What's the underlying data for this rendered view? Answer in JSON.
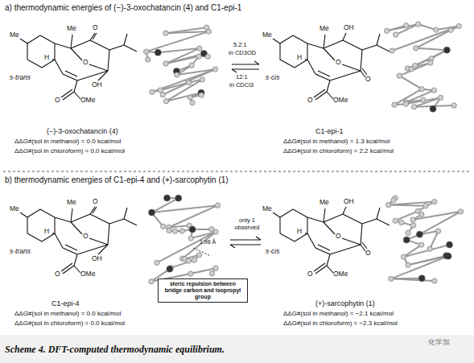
{
  "diagram": {
    "caption": "Scheme 4. DFT-computed thermodynamic equilibrium.",
    "nodes": [
      {
        "text": [
          "steric repulsion between bridge carbon and isopropyl group"
        ]
      }
    ],
    "labels": [
      "a) thermodynamic energies of (−)-3-oxochatancin (4) and C1-epi-1",
      "Me",
      "H",
      "Me",
      "O",
      "O",
      "OH",
      "O",
      "OMe",
      "s-trans",
      "5.2:1",
      "in CD3OD",
      "12:1",
      "in CDCl3",
      "Me",
      "H",
      "Me",
      "OH",
      "O",
      "O",
      "O",
      "OMe",
      "s-cis",
      "(−)-3-oxochatancin (4)",
      "ΔΔG≠(sol in methanol) = 0.0 kcal/mol",
      "ΔΔG≠(sol in chloroform) = 0.0 kcal/mol",
      "C1-epi-1",
      "ΔΔG≠(sol in methanol) = 1.3 kcal/mol",
      "ΔΔG≠(sol in chloroform) = 2.2 kcal/mol",
      "b) thermodynamic energies of C1-epi-4 and (+)-sarcophytin (1)",
      "Me",
      "H",
      "Me",
      "O",
      "O",
      "OH",
      "O",
      "OMe",
      "s-trans",
      "only 1 observed",
      "Me",
      "H",
      "Me",
      "OH",
      "O",
      "O",
      "O",
      "OMe",
      "s-cis",
      "1.98 Å",
      "C1-epi-4",
      "ΔΔG≠(sol in methanol) = 0.0 kcal/mol",
      "ΔΔG≠(sol in chloroform) = 0.0 kcal/mol",
      "(+)-sarcophytin (1)",
      "ΔΔG≠(sol in methanol) = −2.1 kcal/mol",
      "ΔΔG≠(sol in chloroform) = −2.3 kcal/mol",
      "化学加"
    ]
  }
}
